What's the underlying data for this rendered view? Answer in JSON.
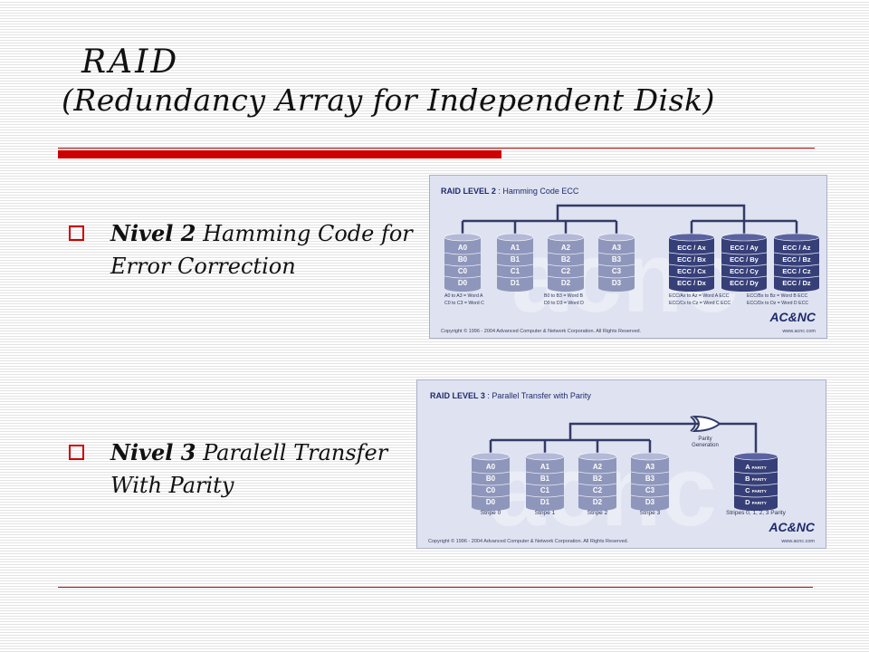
{
  "title": {
    "line1": "RAID",
    "line2": "(Redundancy Array for Independent Disk)"
  },
  "bullets": [
    {
      "level": "Nivel 2",
      "text": " Hamming Code for Error Correction"
    },
    {
      "level": "Nivel 3",
      "text": " Paralell Transfer With Parity"
    }
  ],
  "figure1": {
    "title_bold": "RAID LEVEL 2",
    "title_rest": " : Hamming Code ECC",
    "data_disks": [
      [
        "A0",
        "B0",
        "C0",
        "D0"
      ],
      [
        "A1",
        "B1",
        "C1",
        "D1"
      ],
      [
        "A2",
        "B2",
        "C2",
        "D2"
      ],
      [
        "A3",
        "B3",
        "C3",
        "D3"
      ]
    ],
    "ecc_disks": [
      [
        "ECC / Ax",
        "ECC / Bx",
        "ECC / Cx",
        "ECC / Dx"
      ],
      [
        "ECC / Ay",
        "ECC / By",
        "ECC / Cy",
        "ECC / Dy"
      ],
      [
        "ECC / Az",
        "ECC / Bz",
        "ECC / Cz",
        "ECC / Dz"
      ]
    ],
    "word_notes": [
      "A0 to A3 = Word A",
      "B0 to B3 = Word B",
      "C0 to C3 = Word C",
      "D0 to D3 = Word D"
    ],
    "ecc_notes": [
      "ECC/Ax to Az = Word A ECC",
      "ECC/Bx to Bz = Word B ECC",
      "ECC/Cx to Cz = Word C ECC",
      "ECC/Dx to Dz = Word D ECC"
    ],
    "copyright": "Copyright © 1996 - 2004 Advanced Computer & Network Corporation. All Rights Reserved.",
    "logo": "AC&NC",
    "url": "www.acnc.com"
  },
  "figure2": {
    "title_bold": "RAID LEVEL 3",
    "title_rest": " : Parallel Transfer with Parity",
    "data_disks": [
      [
        "A0",
        "B0",
        "C0",
        "D0"
      ],
      [
        "A1",
        "B1",
        "C1",
        "D1"
      ],
      [
        "A2",
        "B2",
        "C2",
        "D2"
      ],
      [
        "A3",
        "B3",
        "C3",
        "D3"
      ]
    ],
    "stripe_labels": [
      "Stripe 0",
      "Stripe 1",
      "Stripe 2",
      "Stripe 3"
    ],
    "parity_disk": [
      {
        "letter": "A",
        "sub": "PARITY"
      },
      {
        "letter": "B",
        "sub": "PARITY"
      },
      {
        "letter": "C",
        "sub": "PARITY"
      },
      {
        "letter": "D",
        "sub": "PARITY"
      }
    ],
    "parity_label": "Stripes 0, 1, 2, 3 Parity",
    "parity_gen_line1": "Parity",
    "parity_gen_line2": "Generation",
    "copyright": "Copyright © 1996 - 2004 Advanced Computer & Network Corporation. All Rights Reserved.",
    "logo": "AC&NC",
    "url": "www.acnc.com"
  },
  "colors": {
    "accent": "#cc0000",
    "disk_light": "#8e96bb",
    "disk_dark": "#363f78",
    "figure_bg": "#dfe3f1"
  }
}
